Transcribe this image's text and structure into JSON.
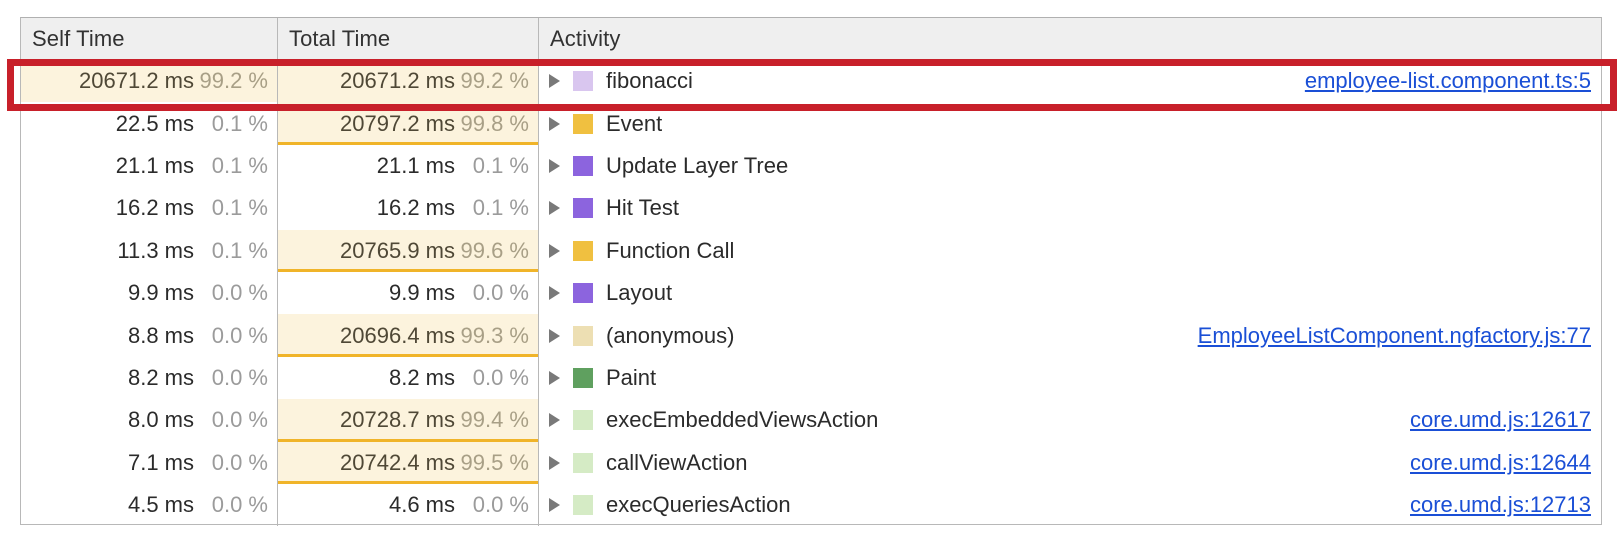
{
  "panel": {
    "title": "Bottom-Up performance table"
  },
  "columns": {
    "self_time": "Self Time",
    "total_time": "Total Time",
    "activity": "Activity"
  },
  "colors": {
    "highlight_box": "#c8202a",
    "bar_fill": "#fcf3dd",
    "bar_underline": "#f0b429",
    "link": "#1a4fd6",
    "header_bg": "#efefef",
    "triangle": "#797979"
  },
  "rows": [
    {
      "self_ms": "20671.2 ms",
      "self_pct": "99.2 %",
      "self_bar": 100,
      "self_underline": false,
      "total_ms": "20671.2 ms",
      "total_pct": "99.2 %",
      "total_bar": 100,
      "total_underline": false,
      "expand_icon": "expand-triangle-icon",
      "swatch": "swatch-fibonacci",
      "swatch_color": "#d9c6ef",
      "activity": "fibonacci",
      "link": "employee-list.component.ts:5",
      "highlighted": true
    },
    {
      "self_ms": "22.5 ms",
      "self_pct": "0.1 %",
      "self_bar": 0,
      "self_underline": false,
      "total_ms": "20797.2 ms",
      "total_pct": "99.8 %",
      "total_bar": 100,
      "total_underline": true,
      "expand_icon": "expand-triangle-icon",
      "swatch": "swatch-event",
      "swatch_color": "#f0c040",
      "activity": "Event",
      "link": "",
      "highlighted": false
    },
    {
      "self_ms": "21.1 ms",
      "self_pct": "0.1 %",
      "self_bar": 0,
      "self_underline": false,
      "total_ms": "21.1 ms",
      "total_pct": "0.1 %",
      "total_bar": 0,
      "total_underline": false,
      "expand_icon": "expand-triangle-icon",
      "swatch": "swatch-update-layer-tree",
      "swatch_color": "#8c64de",
      "activity": "Update Layer Tree",
      "link": "",
      "highlighted": false
    },
    {
      "self_ms": "16.2 ms",
      "self_pct": "0.1 %",
      "self_bar": 0,
      "self_underline": false,
      "total_ms": "16.2 ms",
      "total_pct": "0.1 %",
      "total_bar": 0,
      "total_underline": false,
      "expand_icon": "expand-triangle-icon",
      "swatch": "swatch-hit-test",
      "swatch_color": "#8c64de",
      "activity": "Hit Test",
      "link": "",
      "highlighted": false
    },
    {
      "self_ms": "11.3 ms",
      "self_pct": "0.1 %",
      "self_bar": 0,
      "self_underline": false,
      "total_ms": "20765.9 ms",
      "total_pct": "99.6 %",
      "total_bar": 100,
      "total_underline": true,
      "expand_icon": "expand-triangle-icon",
      "swatch": "swatch-function-call",
      "swatch_color": "#f0c040",
      "activity": "Function Call",
      "link": "",
      "highlighted": false
    },
    {
      "self_ms": "9.9 ms",
      "self_pct": "0.0 %",
      "self_bar": 0,
      "self_underline": false,
      "total_ms": "9.9 ms",
      "total_pct": "0.0 %",
      "total_bar": 0,
      "total_underline": false,
      "expand_icon": "expand-triangle-icon",
      "swatch": "swatch-layout",
      "swatch_color": "#8c64de",
      "activity": "Layout",
      "link": "",
      "highlighted": false
    },
    {
      "self_ms": "8.8 ms",
      "self_pct": "0.0 %",
      "self_bar": 0,
      "self_underline": false,
      "total_ms": "20696.4 ms",
      "total_pct": "99.3 %",
      "total_bar": 100,
      "total_underline": true,
      "expand_icon": "expand-triangle-icon",
      "swatch": "swatch-anonymous",
      "swatch_color": "#eddfb3",
      "activity": "(anonymous)",
      "link": "EmployeeListComponent.ngfactory.js:77",
      "highlighted": false
    },
    {
      "self_ms": "8.2 ms",
      "self_pct": "0.0 %",
      "self_bar": 0,
      "self_underline": false,
      "total_ms": "8.2 ms",
      "total_pct": "0.0 %",
      "total_bar": 0,
      "total_underline": false,
      "expand_icon": "expand-triangle-icon",
      "swatch": "swatch-paint",
      "swatch_color": "#5fa05f",
      "activity": "Paint",
      "link": "",
      "highlighted": false
    },
    {
      "self_ms": "8.0 ms",
      "self_pct": "0.0 %",
      "self_bar": 0,
      "self_underline": false,
      "total_ms": "20728.7 ms",
      "total_pct": "99.4 %",
      "total_bar": 100,
      "total_underline": true,
      "expand_icon": "expand-triangle-icon",
      "swatch": "swatch-exec-embedded-views-action",
      "swatch_color": "#d5ebc5",
      "activity": "execEmbeddedViewsAction",
      "link": "core.umd.js:12617",
      "highlighted": false
    },
    {
      "self_ms": "7.1 ms",
      "self_pct": "0.0 %",
      "self_bar": 0,
      "self_underline": false,
      "total_ms": "20742.4 ms",
      "total_pct": "99.5 %",
      "total_bar": 100,
      "total_underline": true,
      "expand_icon": "expand-triangle-icon",
      "swatch": "swatch-call-view-action",
      "swatch_color": "#d5ebc5",
      "activity": "callViewAction",
      "link": "core.umd.js:12644",
      "highlighted": false
    },
    {
      "self_ms": "4.5 ms",
      "self_pct": "0.0 %",
      "self_bar": 0,
      "self_underline": false,
      "total_ms": "4.6 ms",
      "total_pct": "0.0 %",
      "total_bar": 0,
      "total_underline": false,
      "expand_icon": "expand-triangle-icon",
      "swatch": "swatch-exec-queries-action",
      "swatch_color": "#d5ebc5",
      "activity": "execQueriesAction",
      "link": "core.umd.js:12713",
      "highlighted": false
    }
  ]
}
